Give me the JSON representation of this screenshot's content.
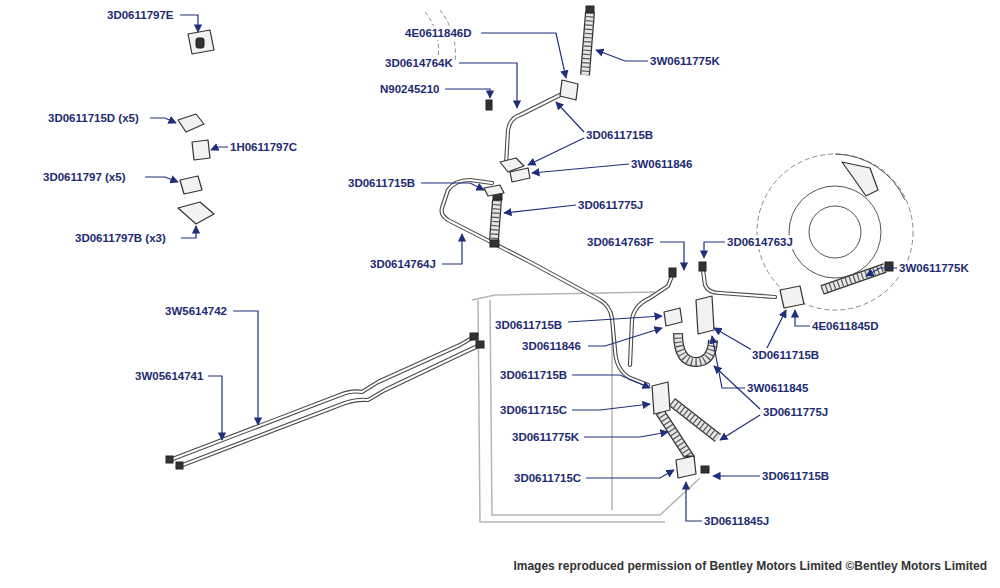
{
  "diagram": {
    "labels": [
      "3D0611797E",
      "3D0611715D (x5)",
      "1H0611797C",
      "3D0611797 (x5)",
      "3D0611797B (x3)",
      "4E0611846D",
      "3W0611775K",
      "3D0614764K",
      "N90245210",
      "3D0611715B",
      "3W0611846",
      "3D0611715B",
      "3D0611775J",
      "3D0614764J",
      "3D0614763F",
      "3D0614763J",
      "3W0611775K",
      "3W5614742",
      "3W05614741",
      "3D0611715B",
      "3D0611846",
      "4E0611845D",
      "3D0611715B",
      "3D0611715B",
      "3W0611845",
      "3D0611715C",
      "3D0611775J",
      "3D0611775K",
      "3D0611715C",
      "3D0611715B",
      "3D0611845J",
      "Images reproduced permission of Bentley Motors Limited ©Bentley Motors Limited"
    ]
  }
}
